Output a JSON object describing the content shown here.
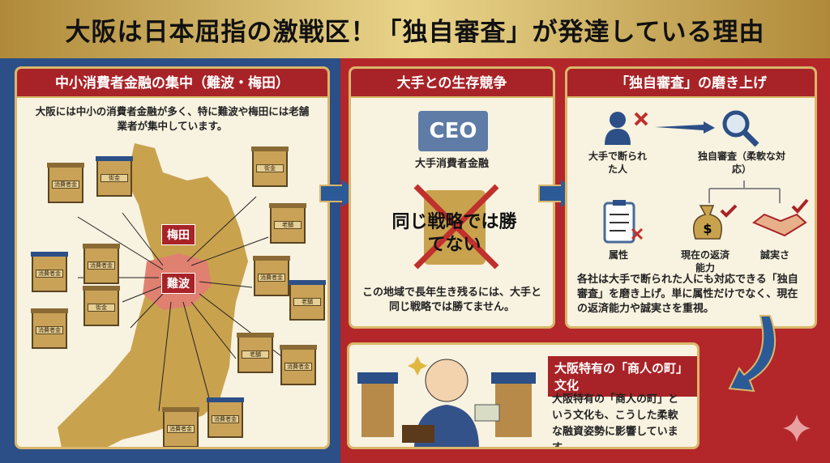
{
  "title": "大阪は日本屈指の激戦区！「独自審査」が発達している理由",
  "panel1": {
    "heading": "中小消費者金融の集中（難波・梅田）",
    "text": "大阪には中小の消費者金融が多く、特に難波や梅田には老舗業者が集中しています。",
    "tag_umeda": "梅田",
    "tag_namba": "難波",
    "shops": [
      "消費者金融",
      "街金",
      "街金",
      "老舗",
      "消費者金融",
      "消費者金融",
      "街金",
      "消費者金融",
      "消費者金融",
      "老舗",
      "消費者金融",
      "老舗",
      "消費者金融",
      "消費者金融"
    ]
  },
  "panel2": {
    "heading": "大手との生存競争",
    "ceo": "CEO",
    "ceo_label": "大手消費者金融",
    "overlay": "同じ戦略では勝てない",
    "text": "この地域で長年生き残るには、大手と同じ戦略では勝てません。"
  },
  "panel3": {
    "heading": "「独自審査」の磨き上げ",
    "rejected": "大手で断られた人",
    "screening": "独自審査（柔軟な対応）",
    "attribute": "属性",
    "repay": "現在の返済能力",
    "sincerity": "誠実さ",
    "text": "各社は大手で断られた人にも対応できる「独自審査」を磨き上げ。単に属性だけでなく、現在の返済能力や誠実さを重視。"
  },
  "panel4": {
    "heading": "大阪特有の「商人の町」文化",
    "text": "大阪特有の「商人の町」という文化も、こうした柔軟な融資姿勢に影響しています。"
  },
  "colors": {
    "red": "#a82327",
    "blue": "#2b4f86",
    "gold": "#d9b76a",
    "cream": "#f8f2e0"
  }
}
